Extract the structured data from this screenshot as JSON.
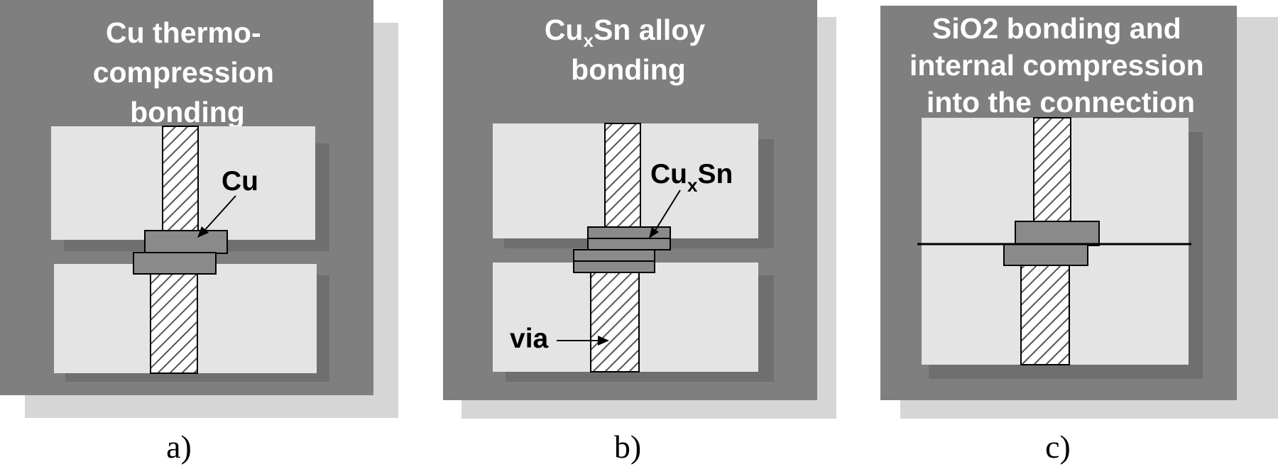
{
  "figure": {
    "panels": [
      {
        "id": "a",
        "title_lines": [
          "Cu thermo-",
          "compression",
          "bonding"
        ],
        "label": "Cu",
        "caption": "a)"
      },
      {
        "id": "b",
        "title_line1_main": "Cu",
        "title_line1_sub": "x",
        "title_line1_rest": "Sn alloy",
        "title_line2": "bonding",
        "label_main": "Cu",
        "label_sub": "x",
        "label_rest": "Sn",
        "via_label": "via",
        "caption": "b)"
      },
      {
        "id": "c",
        "title_lines": [
          "SiO2 bonding and",
          "internal compression",
          "into the connection"
        ],
        "caption": "c)"
      }
    ],
    "colors": {
      "panel_bg": "#7f7f7f",
      "panel_shadow": "#d6d6d6",
      "wafer": "#e4e4e4",
      "wafer_shadow": "#6f6f6f",
      "pad": "#8a8a8a",
      "via_hatch": "#555555",
      "bond_line": "#000000"
    }
  }
}
